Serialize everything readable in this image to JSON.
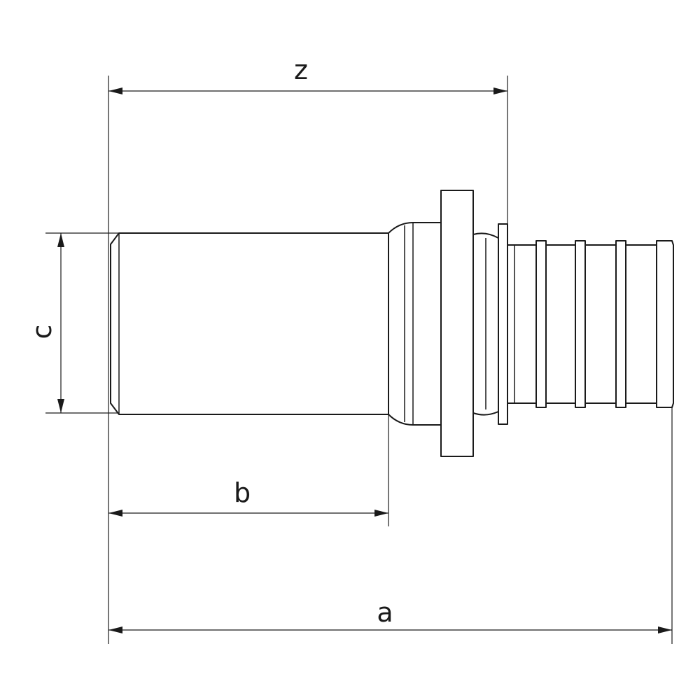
{
  "diagram": {
    "dimensions": {
      "z": "z",
      "c": "c",
      "b": "b",
      "a": "a"
    },
    "colors": {
      "line": "#1a1a1a",
      "background": "#ffffff"
    }
  }
}
